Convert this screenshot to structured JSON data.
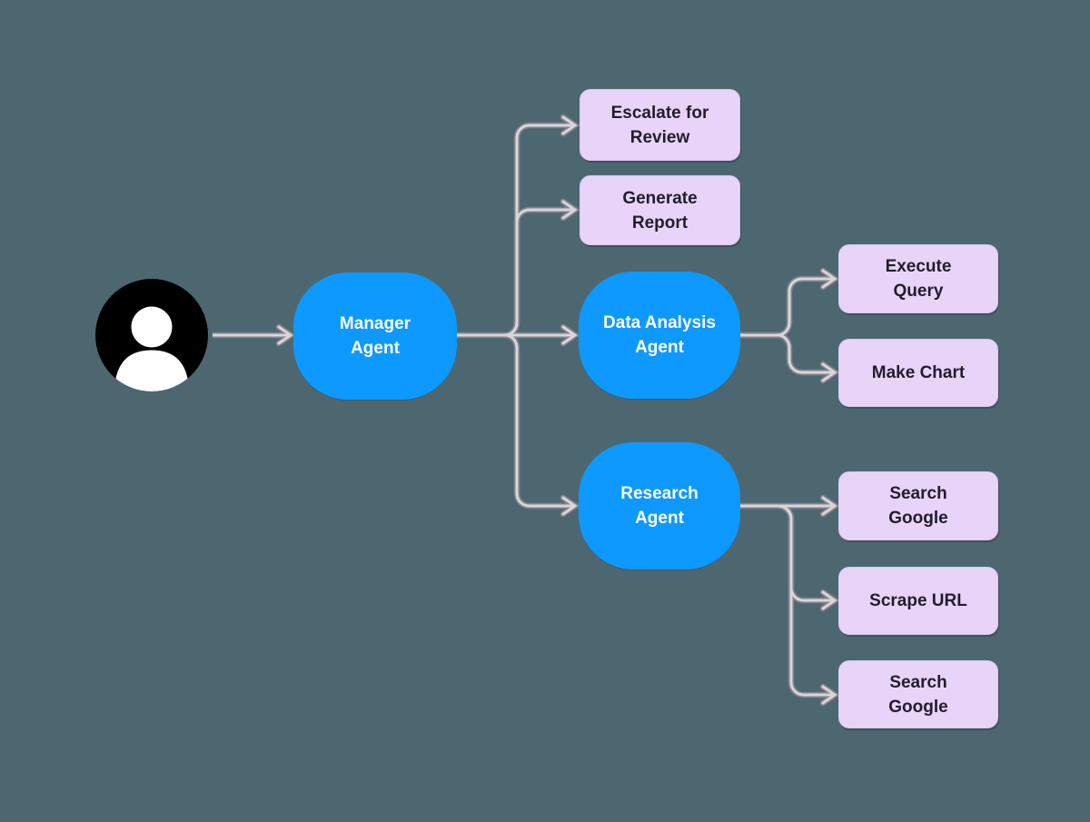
{
  "diagram": {
    "type": "agent-orchestration-flowchart",
    "nodes": {
      "user": {
        "label": "",
        "kind": "person"
      },
      "manager": {
        "label": "Manager Agent",
        "kind": "agent"
      },
      "escalate": {
        "label": "Escalate for Review",
        "kind": "task"
      },
      "generate_report": {
        "label": "Generate Report",
        "kind": "task"
      },
      "data_analysis": {
        "label": "Data Analysis Agent",
        "kind": "agent"
      },
      "execute_query": {
        "label": "Execute Query",
        "kind": "task"
      },
      "make_chart": {
        "label": "Make Chart",
        "kind": "task"
      },
      "research": {
        "label": "Research Agent",
        "kind": "agent"
      },
      "search_google_1": {
        "label": "Search Google",
        "kind": "task"
      },
      "scrape_url": {
        "label": "Scrape URL",
        "kind": "task"
      },
      "search_google_2": {
        "label": "Search Google",
        "kind": "task"
      }
    },
    "edges": [
      {
        "from": "user",
        "to": "manager"
      },
      {
        "from": "manager",
        "to": "escalate"
      },
      {
        "from": "manager",
        "to": "generate_report"
      },
      {
        "from": "manager",
        "to": "data_analysis"
      },
      {
        "from": "manager",
        "to": "research"
      },
      {
        "from": "data_analysis",
        "to": "execute_query"
      },
      {
        "from": "data_analysis",
        "to": "make_chart"
      },
      {
        "from": "research",
        "to": "search_google_1"
      },
      {
        "from": "research",
        "to": "scrape_url"
      },
      {
        "from": "research",
        "to": "search_google_2"
      }
    ]
  },
  "colors": {
    "canvas_bg": "#4d6771",
    "agent_blue": "#0d99ff",
    "agent_text": "#ffffff",
    "task_purple": "#e8d4f8",
    "task_border": "#dcc8f0",
    "task_text": "#221d2e",
    "pipe_outer": "#83838b",
    "pipe_inner": "#d8d6db",
    "avatar_fill": "#000000",
    "avatar_glyph": "#ffffff"
  }
}
